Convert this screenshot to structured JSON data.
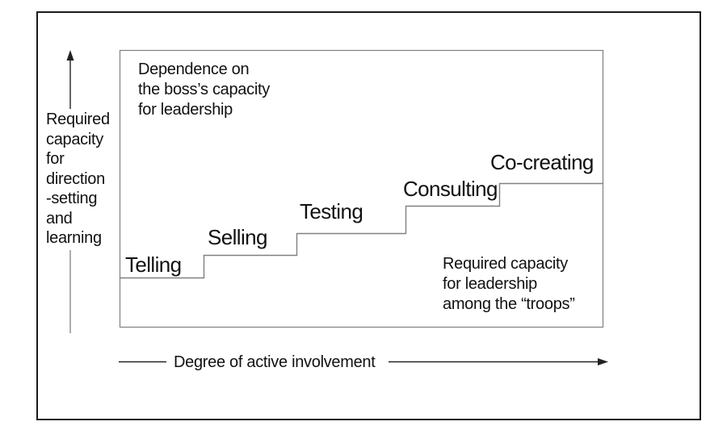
{
  "figure": {
    "type": "step-diagram",
    "y_axis": {
      "label_lines": [
        "Required",
        "capacity",
        "for",
        "direction",
        "-setting",
        "and",
        "learning"
      ]
    },
    "x_axis": {
      "label": "Degree of active involvement"
    },
    "upper_region_note_lines": [
      "Dependence on",
      "the boss’s capacity",
      "for leadership"
    ],
    "lower_region_note_lines": [
      "Required capacity",
      "for leadership",
      "among the “troops”"
    ],
    "steps": [
      {
        "label": "Telling"
      },
      {
        "label": "Selling"
      },
      {
        "label": "Testing"
      },
      {
        "label": "Consulting"
      },
      {
        "label": "Co-creating"
      }
    ],
    "colors": {
      "frame": "#1a1a1a",
      "stairs": "#808080",
      "arrow": "#222222",
      "text": "#111111"
    }
  }
}
